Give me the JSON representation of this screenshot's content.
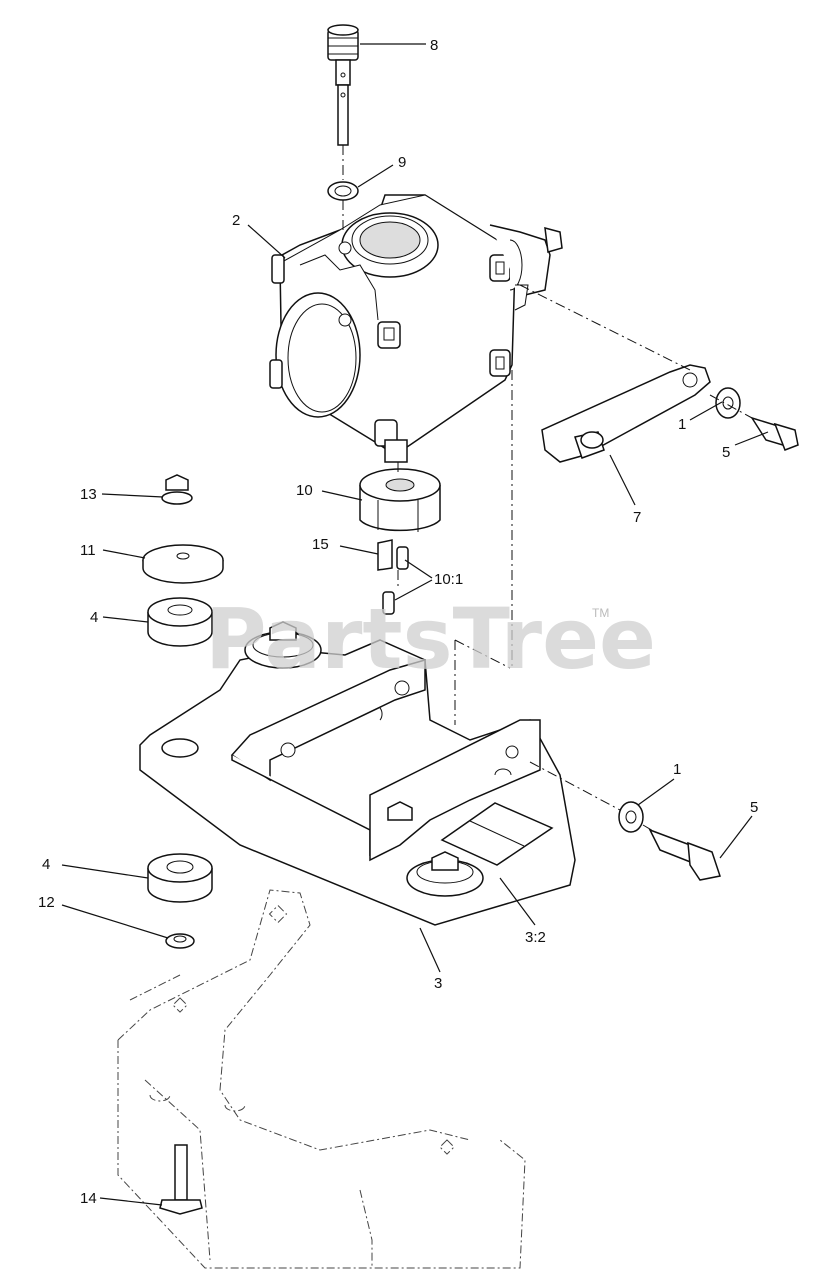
{
  "watermark": {
    "text": "PartsTree",
    "tm": "TM"
  },
  "callouts": {
    "c8": "8",
    "c9": "9",
    "c2": "2",
    "c1_top": "1",
    "c5_top": "5",
    "c7": "7",
    "c13": "13",
    "c10": "10",
    "c11": "11",
    "c15": "15",
    "c10_1": "10:1",
    "c4_top": "4",
    "c1_bottom": "1",
    "c5_bottom": "5",
    "c4_bottom": "4",
    "c12": "12",
    "c3_2": "3:2",
    "c3": "3",
    "c14": "14"
  }
}
